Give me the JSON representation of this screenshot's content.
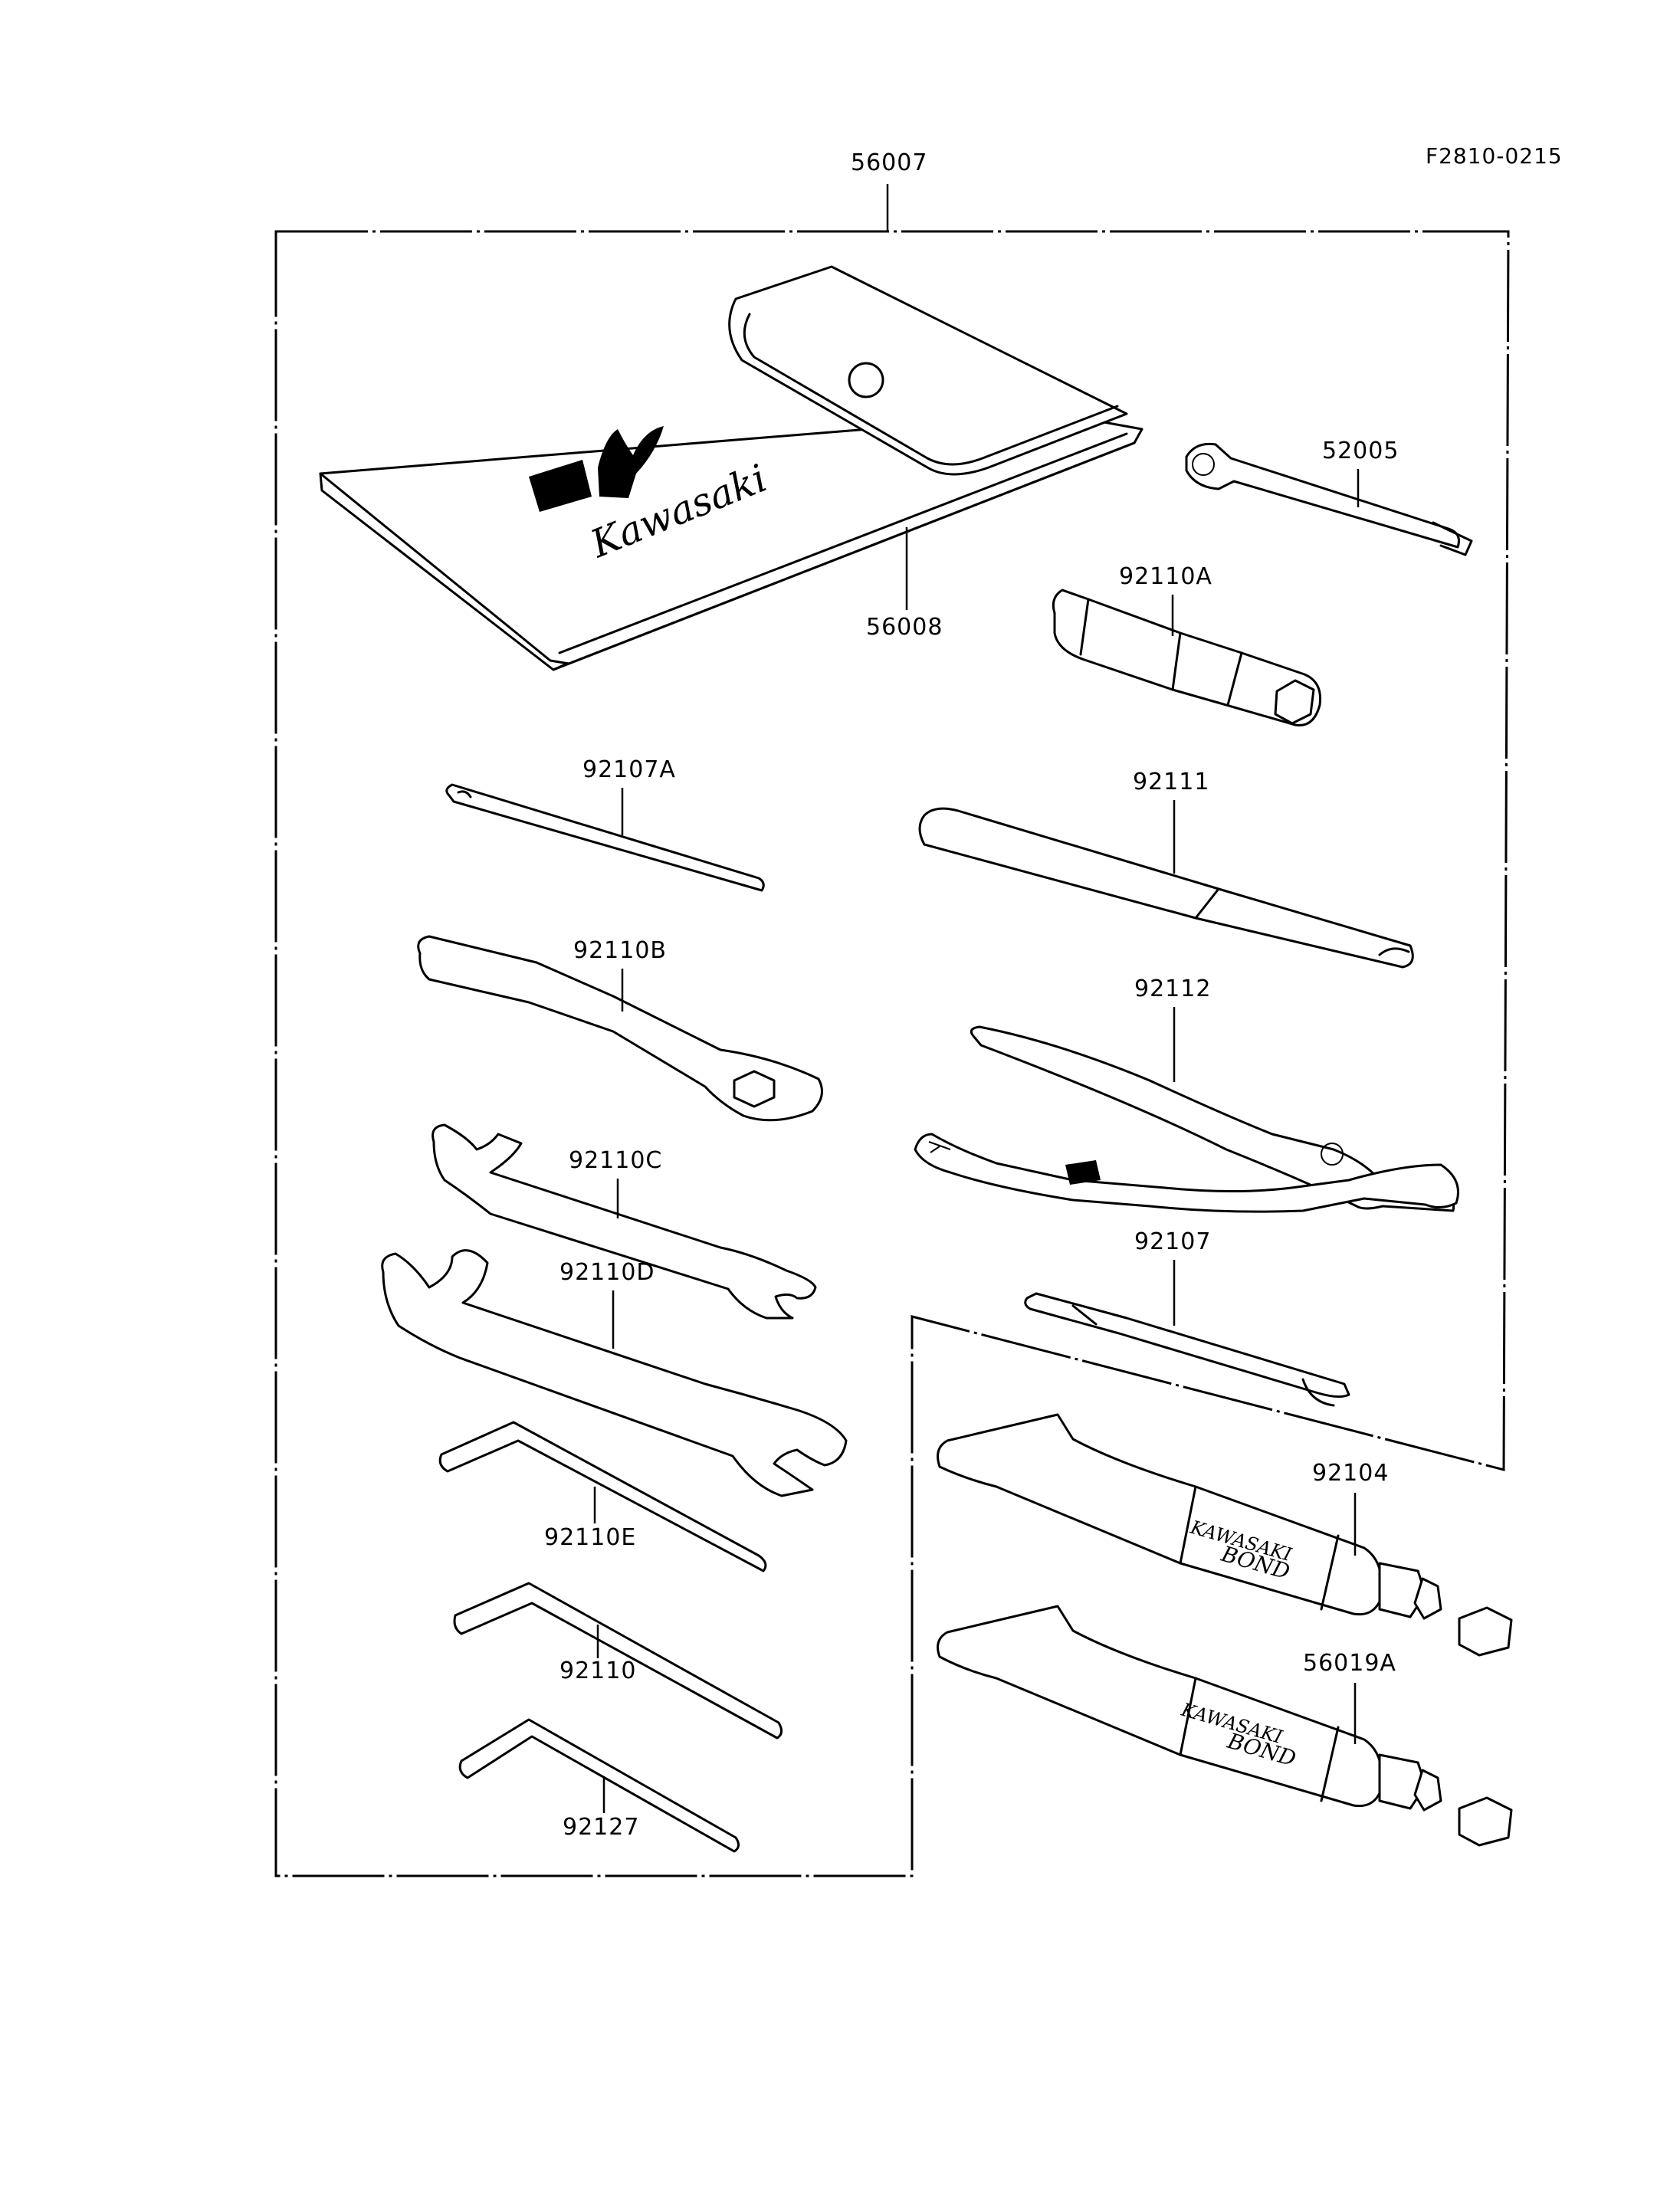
{
  "diagram_code": "F2810-0215",
  "brand": {
    "logo_text": "Kawasaki",
    "tube_text_line1": "KAWASAKI",
    "tube_text_line2": "BOND"
  },
  "parts": {
    "p56007": "56007",
    "p56008": "56008",
    "p52005": "52005",
    "p92110A": "92110A",
    "p92107A": "92107A",
    "p92111": "92111",
    "p92110B": "92110B",
    "p92112": "92112",
    "p92110C": "92110C",
    "p92107": "92107",
    "p92110D": "92110D",
    "p92104": "92104",
    "p92110E": "92110E",
    "p92110": "92110",
    "p56019A": "56019A",
    "p92127": "92127"
  }
}
